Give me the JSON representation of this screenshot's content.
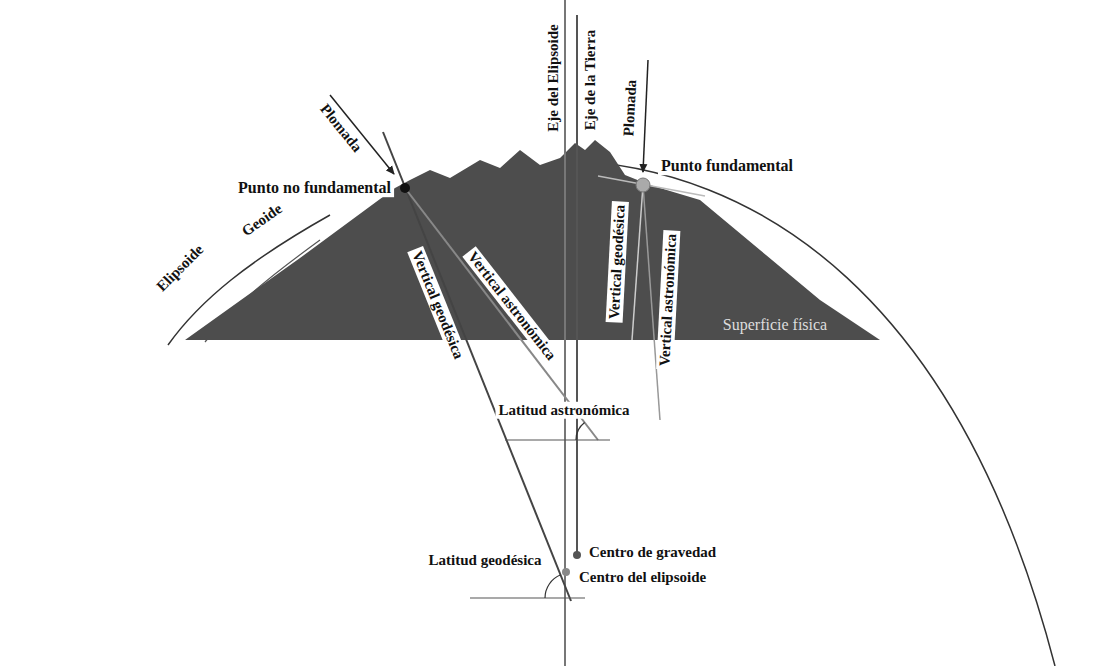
{
  "diagram": {
    "labels": [
      "Eje del Elipsoide",
      "Eje de la Tierra",
      "Plomada",
      "Plomada",
      "Punto no fundamental",
      "Punto fundamental",
      "Geoide",
      "Elipsoide",
      "Vertical geodésica",
      "Vertical astronómica",
      "Vertical geodésica",
      "Vertical astronómica",
      "Superficie física",
      "Latitud astronómica",
      "Centro de gravedad",
      "Centro del elipsoide",
      "Latitud geodésica"
    ]
  }
}
